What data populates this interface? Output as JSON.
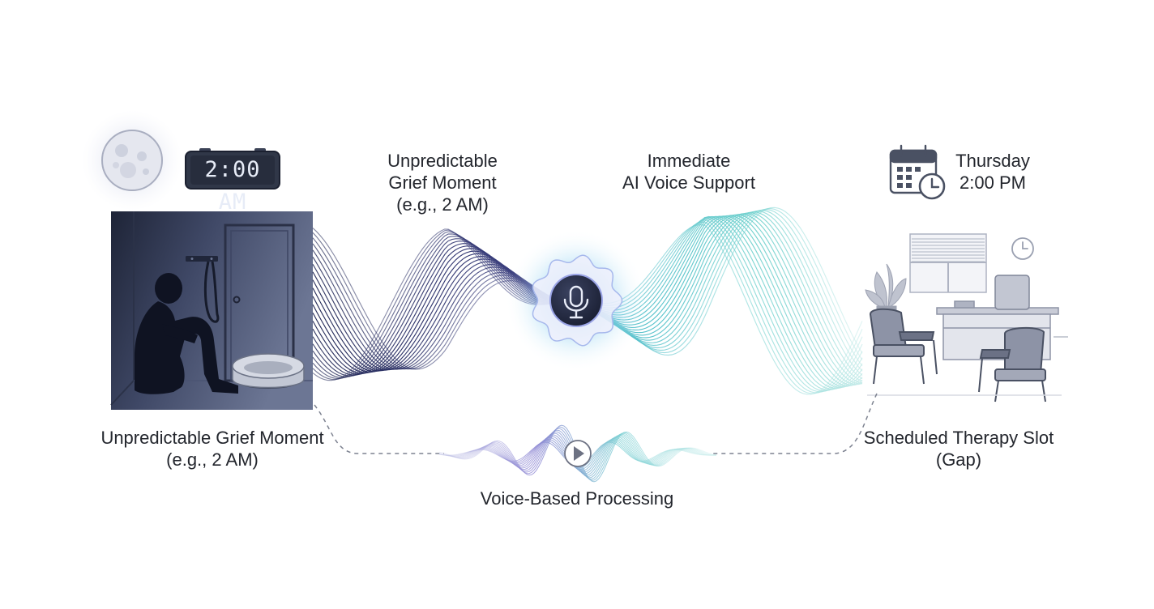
{
  "clock": {
    "display": "2:00 AM"
  },
  "labels": {
    "wave_left": [
      "Unpredictable",
      "Grief Moment",
      "(e.g., 2 AM)"
    ],
    "wave_center": [
      "Immediate",
      "AI Voice Support"
    ],
    "schedule": [
      "Thursday",
      "2:00 PM"
    ],
    "left_caption": [
      "Unpredictable Grief Moment",
      "(e.g., 2 AM)"
    ],
    "right_caption": [
      "Scheduled Therapy Slot",
      "(Gap)"
    ],
    "bottom_caption": "Voice-Based Processing"
  },
  "colors": {
    "night_dark": "#1f2539",
    "night_light": "#5d6885",
    "wave_navy": "#2a3062",
    "wave_purple": "#6b64c8",
    "wave_teal": "#5fc8c9",
    "icon_slate": "#4a5163"
  },
  "icons": [
    "moon-icon",
    "alarm-clock-icon",
    "microphone-icon",
    "calendar-clock-icon",
    "play-icon",
    "wall-clock-icon",
    "plant-icon"
  ]
}
